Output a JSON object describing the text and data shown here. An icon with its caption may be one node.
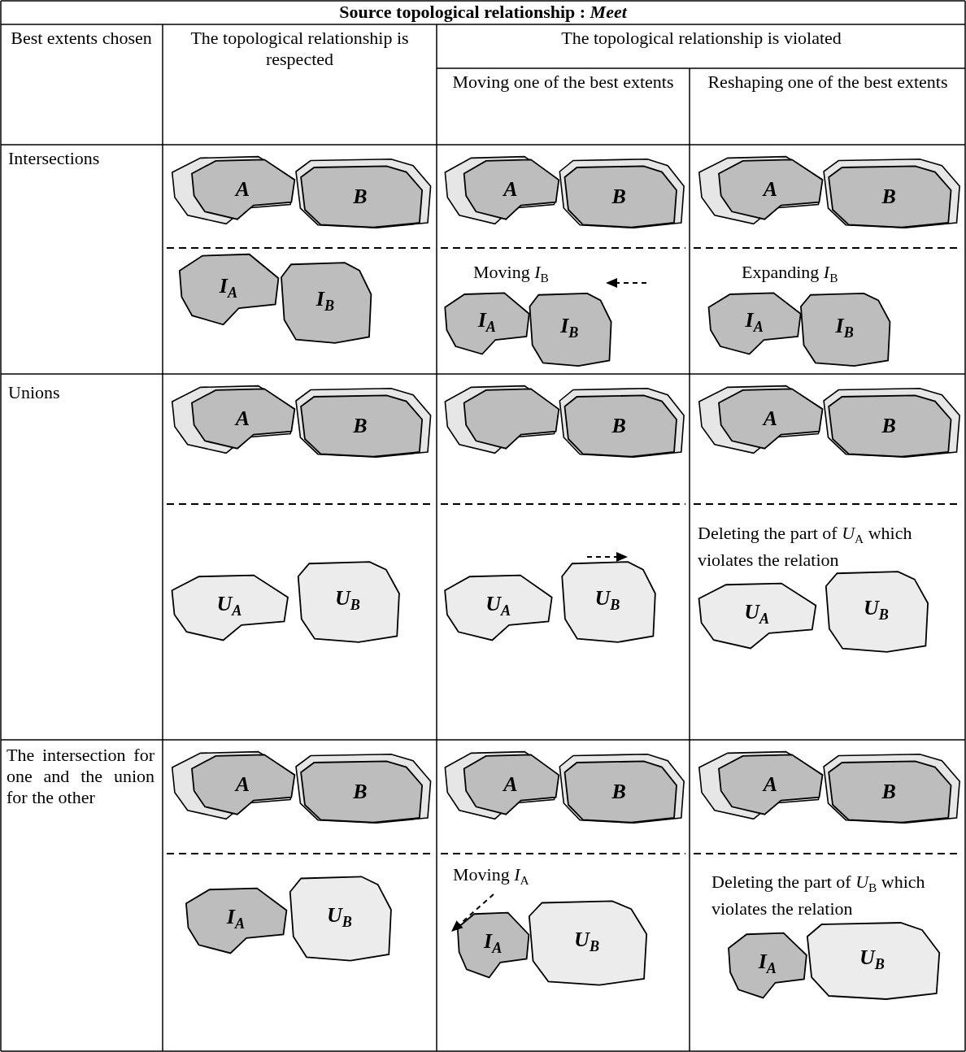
{
  "diagram": {
    "nodes": [
      {
        "text": [
          "A"
        ]
      },
      {
        "text": [
          "B"
        ]
      },
      {
        "text": [
          "I$_{A}$"
        ]
      },
      {
        "text": [
          "I$_{B}$"
        ]
      },
      {
        "text": [
          "A"
        ]
      },
      {
        "text": [
          "B"
        ]
      },
      {
        "text": [
          "I$_{A}$"
        ]
      },
      {
        "text": [
          "I$_{B}$"
        ]
      },
      {
        "text": [
          "A"
        ]
      },
      {
        "text": [
          "B"
        ]
      },
      {
        "text": [
          "I$_{A}$"
        ]
      },
      {
        "text": [
          "I$_{B}$"
        ]
      },
      {
        "text": [
          "A"
        ]
      },
      {
        "text": [
          "B"
        ]
      },
      {
        "text": [
          "U$_{A}$"
        ]
      },
      {
        "text": [
          "U$_{B}$"
        ]
      },
      {
        "text": [],
        "shape": "polygon"
      },
      {
        "text": [
          "B"
        ]
      },
      {
        "text": [
          "U$_{A}$"
        ]
      },
      {
        "text": [
          "U$_{B}$"
        ]
      },
      {
        "text": [
          "A"
        ]
      },
      {
        "text": [
          "B"
        ]
      },
      {
        "text": [
          "U$_{A}$"
        ]
      },
      {
        "text": [
          "U$_{B}$"
        ]
      },
      {
        "text": [
          "A"
        ]
      },
      {
        "text": [
          "B"
        ]
      },
      {
        "text": [
          "I$_{A}$"
        ]
      },
      {
        "text": [
          "U$_{B}$"
        ]
      },
      {
        "text": [
          "A"
        ]
      },
      {
        "text": [
          "B"
        ]
      },
      {
        "text": [
          "I$_{A}$"
        ]
      },
      {
        "text": [
          "U$_{B}$"
        ]
      },
      {
        "text": [
          "A"
        ]
      },
      {
        "text": [
          "B"
        ]
      },
      {
        "text": [
          "I$_{A}$"
        ]
      },
      {
        "text": [
          "U$_{B}$"
        ]
      }
    ],
    "edges": [],
    "labels": [
      "Source topological relationship : *Meet*",
      "Best extents chosen",
      "The topological relationship is respected",
      "The topological relationship is violated",
      "Moving one of the best extents",
      "Reshaping one of the best extents",
      "Intersections",
      "Moving *I*$_{B}$",
      "Expanding *I*$_{B}$",
      "Unions",
      "Deleting the part of *U*$_{A}$ which violates the relation",
      "The intersection for one and the union for the other",
      "Moving *I*$_{A}$",
      "Deleting the part of *U*$_{B}$ which violates the relation"
    ]
  }
}
